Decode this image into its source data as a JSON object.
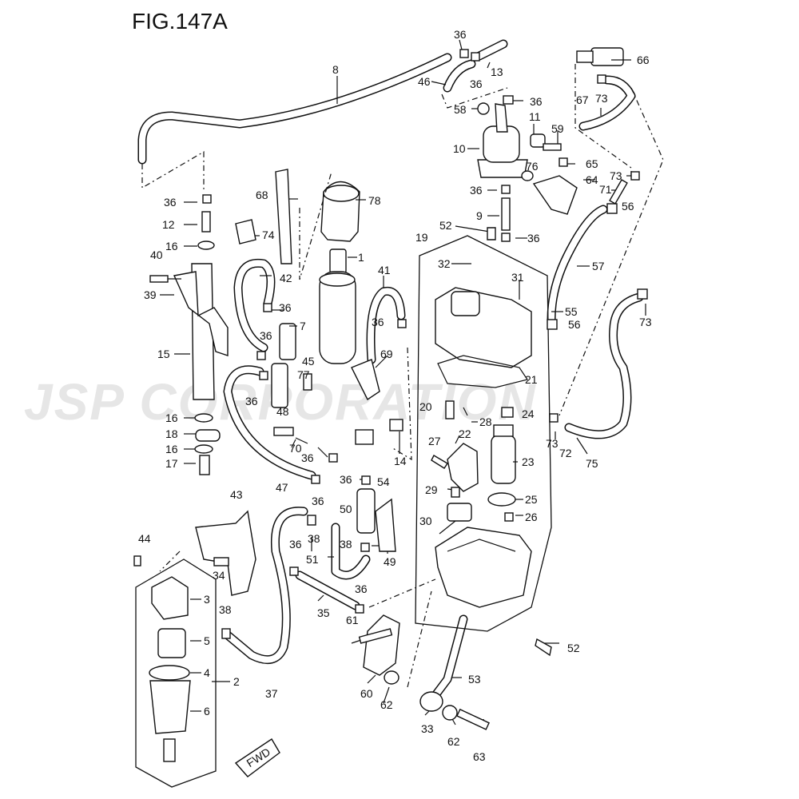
{
  "figure": {
    "title": "FIG.147A"
  },
  "watermark": {
    "text": "JSP CORPORATION"
  },
  "callouts": {
    "c1": "1",
    "c2": "2",
    "c3": "3",
    "c4": "4",
    "c5": "5",
    "c6": "6",
    "c7": "7",
    "c8": "8",
    "c9": "9",
    "c10": "10",
    "c11": "11",
    "c12": "12",
    "c13": "13",
    "c14": "14",
    "c15": "15",
    "c16a": "16",
    "c16b": "16",
    "c16c": "16",
    "c17": "17",
    "c18": "18",
    "c19": "19",
    "c20": "20",
    "c21": "21",
    "c22": "22",
    "c23": "23",
    "c24": "24",
    "c25": "25",
    "c26": "26",
    "c27": "27",
    "c28": "28",
    "c29": "29",
    "c30": "30",
    "c31": "31",
    "c32": "32",
    "c33": "33",
    "c34": "34",
    "c35": "35",
    "c36a": "36",
    "c36b": "36",
    "c36c": "36",
    "c36d": "36",
    "c36e": "36",
    "c36f": "36",
    "c36g": "36",
    "c36h": "36",
    "c36i": "36",
    "c36j": "36",
    "c36k": "36",
    "c36l": "36",
    "c36m": "36",
    "c36n": "36",
    "c36o": "36",
    "c37": "37",
    "c38a": "38",
    "c38b": "38",
    "c38c": "38",
    "c39": "39",
    "c40": "40",
    "c41": "41",
    "c42": "42",
    "c43": "43",
    "c44": "44",
    "c45": "45",
    "c46": "46",
    "c47": "47",
    "c48": "48",
    "c49": "49",
    "c50": "50",
    "c51": "51",
    "c52a": "52",
    "c52b": "52",
    "c53": "53",
    "c54": "54",
    "c55": "55",
    "c56a": "56",
    "c56b": "56",
    "c57": "57",
    "c58": "58",
    "c59": "59",
    "c60": "60",
    "c61": "61",
    "c62a": "62",
    "c62b": "62",
    "c63": "63",
    "c64": "64",
    "c65": "65",
    "c66": "66",
    "c67": "67",
    "c68": "68",
    "c69": "69",
    "c70": "70",
    "c71": "71",
    "c72": "72",
    "c73a": "73",
    "c73b": "73",
    "c73c": "73",
    "c73d": "73",
    "c74": "74",
    "c75": "75",
    "c76": "76",
    "c77": "77",
    "c78": "78"
  },
  "fwd_marker": {
    "text": "FWD"
  }
}
